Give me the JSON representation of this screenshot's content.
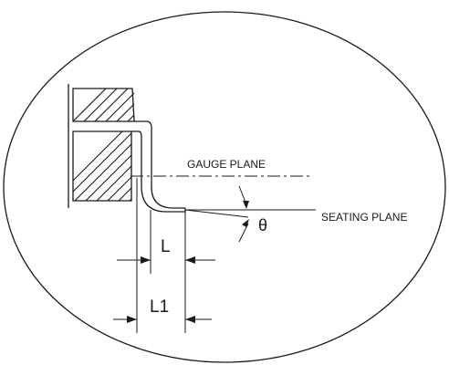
{
  "labels": {
    "gauge_plane": "GAUGE PLANE",
    "seating_plane": "SEATING PLANE",
    "theta": "θ",
    "l": "L",
    "l1": "L1"
  },
  "colors": {
    "ink": "#1a1a1a",
    "background": "#ffffff"
  }
}
